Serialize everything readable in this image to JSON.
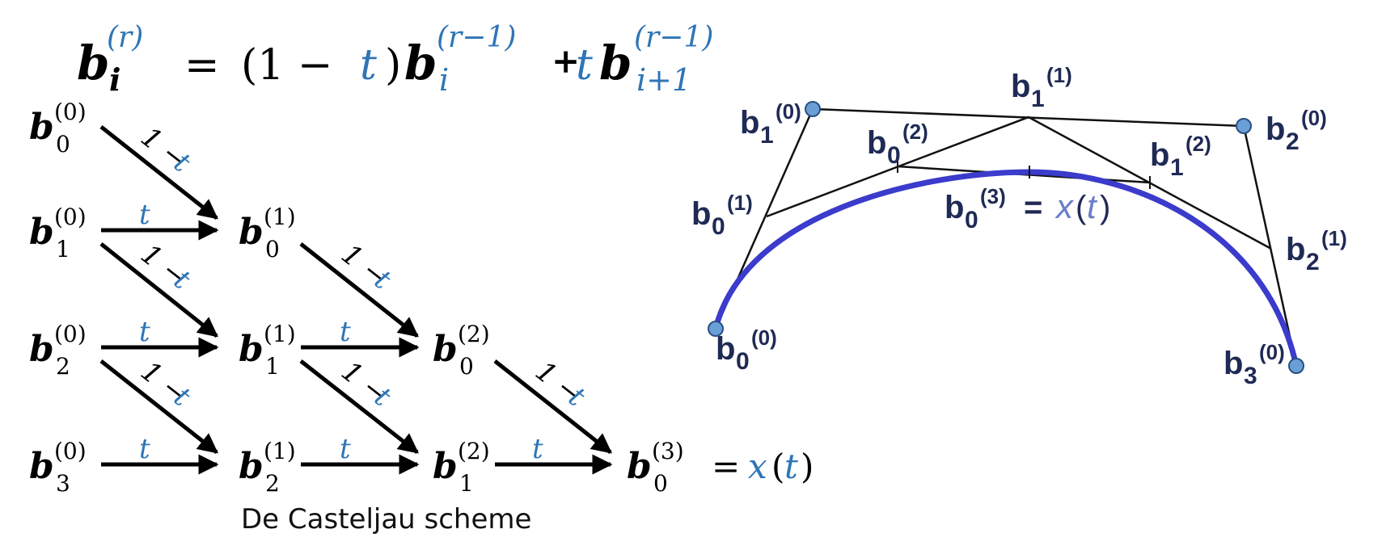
{
  "colors": {
    "accent": "#2e75b6",
    "curve": "#3b3bcc",
    "point_fill": "#6a9fd6",
    "label": "#1f2a55",
    "ink": "#000000"
  },
  "formula": {
    "lhs_b": "b",
    "lhs_sub": "i",
    "lhs_sup": "(r)",
    "eq": "=",
    "open": "(1 −",
    "t1": "t",
    "close": ")",
    "b1": "b",
    "b1_sub": "i",
    "b1_sup": "(r−1)",
    "plus": "+",
    "t2": "t",
    "b2": "b",
    "b2_sub": "i+1",
    "b2_sup": "(r−1)"
  },
  "scheme": {
    "caption": "De Casteljau scheme",
    "weight_one_minus": "1 −",
    "weight_t": "t",
    "result_eq": "=",
    "result_x": "x",
    "result_open": "(",
    "result_t": "t",
    "result_close": ")",
    "nodes": [
      {
        "id": "n00",
        "b": "b",
        "sub": "0",
        "sup": "(0)"
      },
      {
        "id": "n10",
        "b": "b",
        "sub": "1",
        "sup": "(0)"
      },
      {
        "id": "n20",
        "b": "b",
        "sub": "2",
        "sup": "(0)"
      },
      {
        "id": "n30",
        "b": "b",
        "sub": "3",
        "sup": "(0)"
      },
      {
        "id": "n01",
        "b": "b",
        "sub": "0",
        "sup": "(1)"
      },
      {
        "id": "n11",
        "b": "b",
        "sub": "1",
        "sup": "(1)"
      },
      {
        "id": "n21",
        "b": "b",
        "sub": "2",
        "sup": "(1)"
      },
      {
        "id": "n02",
        "b": "b",
        "sub": "0",
        "sup": "(2)"
      },
      {
        "id": "n12",
        "b": "b",
        "sub": "1",
        "sup": "(2)"
      },
      {
        "id": "n03",
        "b": "b",
        "sub": "0",
        "sup": "(3)"
      }
    ]
  },
  "figure": {
    "labels": {
      "b00": {
        "b": "b",
        "sub": "0",
        "sup": "(0)"
      },
      "b10": {
        "b": "b",
        "sub": "1",
        "sup": "(0)"
      },
      "b20": {
        "b": "b",
        "sub": "2",
        "sup": "(0)"
      },
      "b30": {
        "b": "b",
        "sub": "3",
        "sup": "(0)"
      },
      "b01": {
        "b": "b",
        "sub": "0",
        "sup": "(1)"
      },
      "b11": {
        "b": "b",
        "sub": "1",
        "sup": "(1)"
      },
      "b21": {
        "b": "b",
        "sub": "2",
        "sup": "(1)"
      },
      "b02": {
        "b": "b",
        "sub": "0",
        "sup": "(2)"
      },
      "b12": {
        "b": "b",
        "sub": "1",
        "sup": "(2)"
      },
      "b03": {
        "b": "b",
        "sub": "0",
        "sup": "(3)"
      }
    },
    "result_eq": "=",
    "result_x": "x",
    "result_open": "(",
    "result_t": "t",
    "result_close": ")"
  }
}
